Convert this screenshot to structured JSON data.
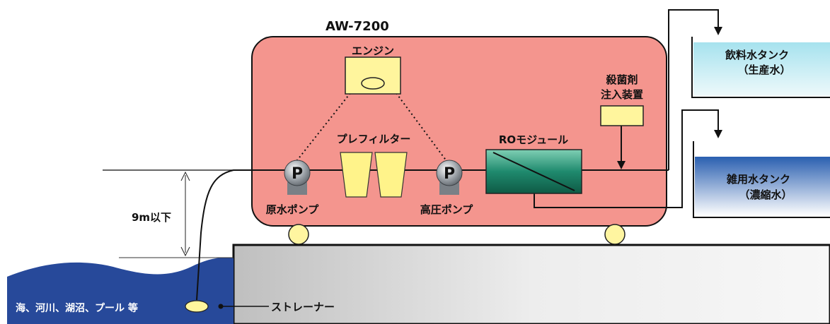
{
  "model": "AW-7200",
  "components": {
    "engine": "エンジン",
    "prefilter": "プレフィルター",
    "ro_module": "ROモジュール",
    "sterilizer_line1": "殺菌剤",
    "sterilizer_line2": "注入装置",
    "raw_pump": "原水ポンプ",
    "hp_pump": "高圧ポンプ",
    "pump_symbol": "P"
  },
  "tanks": {
    "drinking_line1": "飲料水タンク",
    "drinking_line2": "（生産水）",
    "misc_line1": "雑用水タンク",
    "misc_line2": "（濃縮水）"
  },
  "depth_label": "9m以下",
  "water_source": "海、河川、湖沼、プール 等",
  "strainer": "ストレーナー",
  "colors": {
    "unit_body": "#F4958E",
    "engine_box": "#FFF59D",
    "prefilter": "#FFF38A",
    "ro_module": "#1F8A6E",
    "drinking_tank": "#CDEFF5",
    "misc_tank": "#2356A4",
    "water": "#27499A",
    "ground": "#D9D9D9",
    "wheel": "#FFF5A0"
  }
}
